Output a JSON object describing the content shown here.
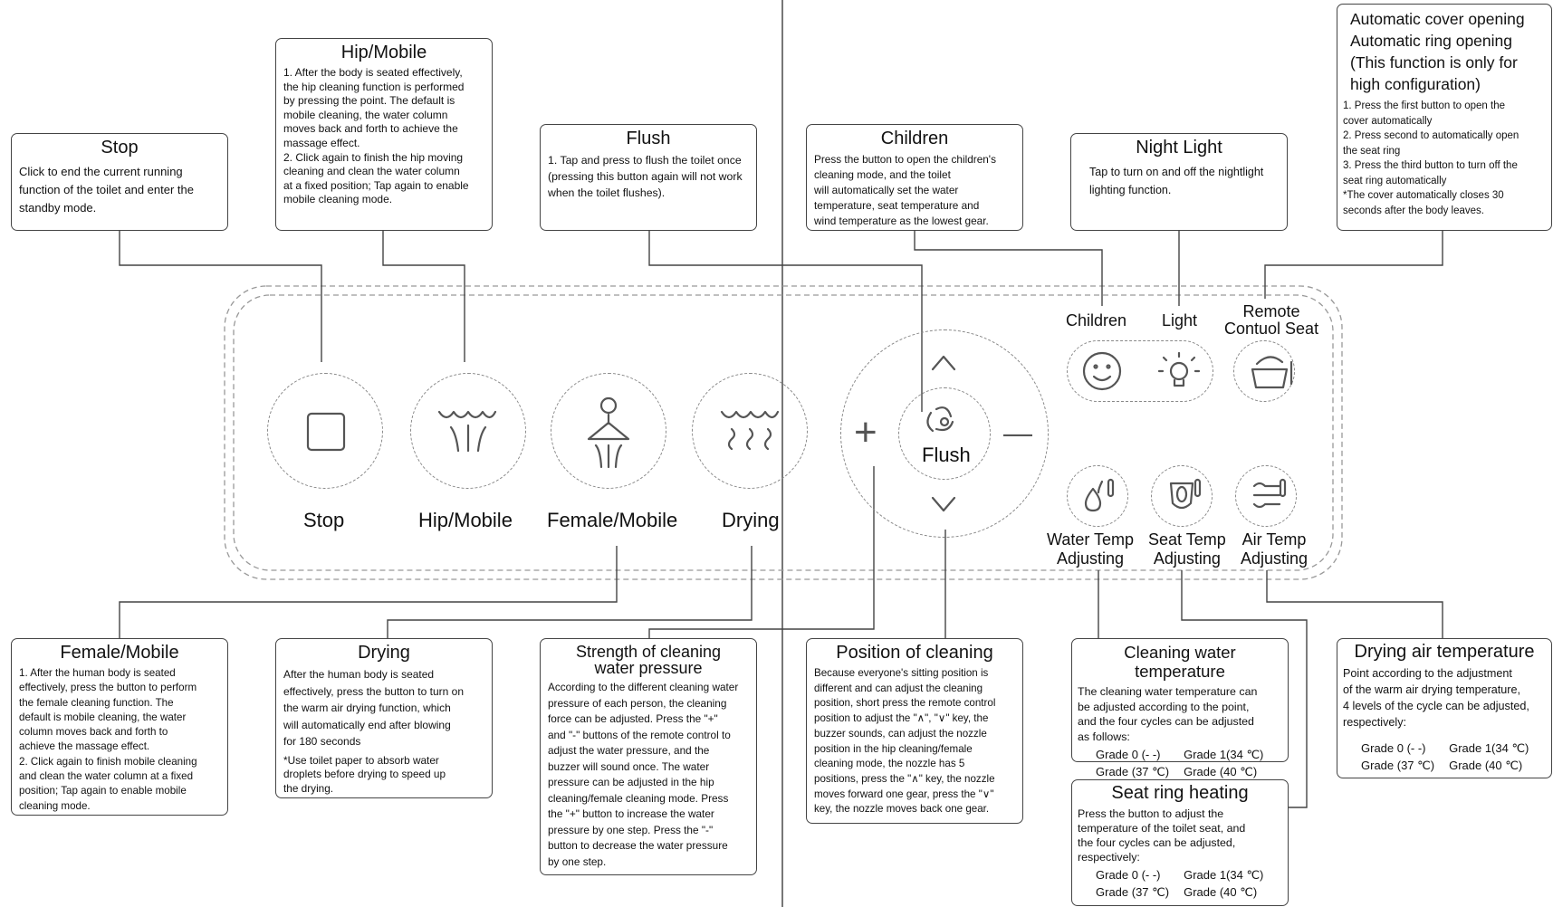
{
  "boxes": {
    "stop": {
      "title": "Stop",
      "body": "Click to end the current running\nfunction of the toilet and enter the\nstandby mode."
    },
    "hip": {
      "title": "Hip/Mobile",
      "body": "1. After the body is seated effectively,\nthe hip cleaning function is performed\nby pressing the point. The default is\nmobile cleaning, the water column\nmoves back and forth to achieve the\nmassage effect.\n2. Click again to finish the hip moving\ncleaning and clean the water column\nat a fixed position; Tap again to enable\nmobile cleaning mode."
    },
    "flush": {
      "title": "Flush",
      "body": "1. Tap and press to flush the toilet once\n(pressing this button again will not work\nwhen the toilet flushes)."
    },
    "children": {
      "title": "Children",
      "body": "Press the button to open the children's\ncleaning mode, and the toilet\nwill automatically set the water\ntemperature, seat temperature and\nwind temperature as the lowest gear."
    },
    "night": {
      "title": "Night Light",
      "body": "Tap to turn on and off the nightlight\nlighting function."
    },
    "auto": {
      "title": "Automatic cover opening\nAutomatic ring opening\n(This function is only for\nhigh configuration)",
      "body": "1. Press the first button to open the\ncover automatically\n2. Press second to automatically open\nthe seat ring\n3. Press the third button to turn off the\nseat ring automatically\n*The cover automatically closes 30\n seconds after the body leaves."
    },
    "female": {
      "title": "Female/Mobile",
      "body": "1. After the human body is seated\neffectively, press the button to perform\nthe female cleaning function. The\ndefault is mobile cleaning, the water\ncolumn moves back and forth to\nachieve the massage effect.\n2. Click again to finish mobile cleaning\nand clean the water column at a fixed\nposition; Tap again to enable mobile\ncleaning mode."
    },
    "drying": {
      "title": "Drying",
      "body": "After the human body is seated\neffectively, press the button to turn on\nthe warm air drying function, which\nwill automatically end after blowing\nfor 180 seconds",
      "note": "*Use toilet paper to absorb water\n droplets before drying to speed up\n the drying."
    },
    "strength": {
      "title": "Strength of cleaning\nwater pressure",
      "body": "According to the different cleaning water\npressure of each person, the cleaning\nforce can be adjusted. Press the \"+\"\nand \"-\" buttons of the remote control to\nadjust the water pressure, and the\nbuzzer will sound once. The water\npressure can be adjusted in the hip\ncleaning/female cleaning mode. Press\nthe \"+\" button to increase the water\npressure by one step. Press the \"-\"\nbutton to decrease the water pressure\nby one step."
    },
    "position": {
      "title": "Position of cleaning",
      "body": "Because everyone's sitting position is\ndifferent and can adjust the cleaning\nposition, short press the remote control\nposition to adjust the \"∧\", \"∨\" key, the\nbuzzer sounds, can adjust the nozzle\nposition in the hip cleaning/female\ncleaning mode, the nozzle has 5\npositions, press the \"∧\" key, the nozzle\nmoves forward one gear, press the \"∨\"\nkey, the nozzle moves back one gear."
    },
    "water": {
      "title": "Cleaning water temperature",
      "body": "The cleaning water temperature can\nbe adjusted according to the point,\nand the four cycles can be adjusted\nas follows:",
      "g": [
        "Grade 0 (- -)",
        "Grade 1(34 ℃)",
        "Grade (37 ℃)",
        "Grade (40 ℃)"
      ]
    },
    "seat": {
      "title": "Seat ring heating",
      "body": "Press the button to adjust the\ntemperature of the toilet seat, and\nthe four cycles can be adjusted,\nrespectively:",
      "g": [
        "Grade 0 (- -)",
        "Grade 1(34 ℃)",
        "Grade (37 ℃)",
        "Grade (40 ℃)"
      ]
    },
    "air": {
      "title": "Drying air temperature",
      "body": "Point according to the adjustment\nof the warm air drying temperature,\n4 levels of the cycle can be adjusted,\nrespectively:",
      "g": [
        "Grade 0 (- -)",
        "Grade 1(34 ℃)",
        "Grade (37 ℃)",
        "Grade (40 ℃)"
      ]
    }
  },
  "panel": {
    "stop": "Stop",
    "hip": "Hip/Mobile",
    "female": "Female/Mobile",
    "drying": "Drying",
    "flush": "Flush",
    "children": "Children",
    "light": "Light",
    "remote": "Remote\nContuol Seat",
    "water": "Water Temp\nAdjusting",
    "seat": "Seat Temp\nAdjusting",
    "air": "Air Temp\nAdjusting",
    "plus": "+",
    "minus": "—"
  },
  "icons": [
    "stop-square-icon",
    "hip-spray-icon",
    "female-person-icon",
    "drying-air-icon",
    "flush-swirl-icon",
    "up-chevron-icon",
    "down-chevron-icon",
    "child-face-icon",
    "bulb-icon",
    "seat-lid-icon",
    "water-temp-icon",
    "seat-temp-icon",
    "air-temp-icon"
  ]
}
